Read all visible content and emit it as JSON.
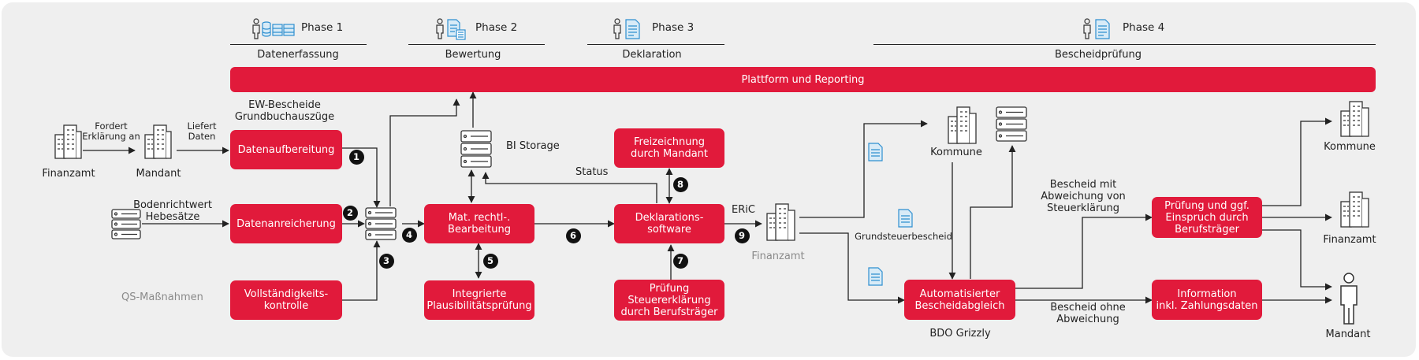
{
  "phases": [
    {
      "label": "Phase 1",
      "caption": "Datenerfassung"
    },
    {
      "label": "Phase 2",
      "caption": "Bewertung"
    },
    {
      "label": "Phase 3",
      "caption": "Deklaration"
    },
    {
      "label": "Phase 4",
      "caption": "Bescheidprüfung"
    }
  ],
  "platform_bar": "Plattform und Reporting",
  "boxes": {
    "datenaufbereitung": "Datenaufbereitung",
    "datenanreicherung": "Datenanreicherung",
    "vollstaendigkeit": "Vollständigkeits-\nkontrolle",
    "mat_bearbeitung": "Mat. rechtl-.\nBearbeitung",
    "plausibilitaet": "Integrierte\nPlausibilitätsprüfung",
    "freizeichnung": "Freizeichnung\ndurch Mandant",
    "deklarationssoftware": "Deklarations-\nsoftware",
    "pruefung_steuer": "Prüfung\nSteuererklärung\ndurch Berufsträger",
    "bescheidabgleich": "Automatisierter\nBescheidabgleich",
    "einspruch": "Prüfung und ggf.\nEinspruch durch\nBerufsträger",
    "information": "Information\ninkl. Zahlungsdaten"
  },
  "labels": {
    "finanzamt_left": "Finanzamt",
    "mandant_left": "Mandant",
    "fordert": "Fordert\nErklärung an",
    "liefert": "Liefert\nDaten",
    "ew_bescheide": "EW-Bescheide\nGrundbuchauszüge",
    "bodenrichtwert": "Bodenrichtwert\nHebesätze",
    "qs": "QS-Maßnahmen",
    "bi_storage": "BI Storage",
    "status": "Status",
    "eric": "ERiC",
    "finanzamt_mid": "Finanzamt",
    "kommune_mid": "Kommune",
    "grundsteuerbescheid": "Grundsteuerbescheid",
    "bdo_grizzly": "BDO Grizzly",
    "bescheid_mit": "Bescheid mit\nAbweichung von\nSteuerklärung",
    "bescheid_ohne": "Bescheid ohne\nAbweichung",
    "kommune_right": "Kommune",
    "finanzamt_right": "Finanzamt",
    "mandant_right": "Mandant"
  },
  "steps": [
    "1",
    "2",
    "3",
    "4",
    "5",
    "6",
    "7",
    "8",
    "9"
  ],
  "icons": [
    "building-icon",
    "person-icon",
    "server-icon",
    "document-icon",
    "database-icon"
  ],
  "colors": {
    "accent_red": "#e11a3b",
    "panel_gray": "#efefef",
    "icon_blue": "#2f8fd0",
    "text": "#222222"
  }
}
